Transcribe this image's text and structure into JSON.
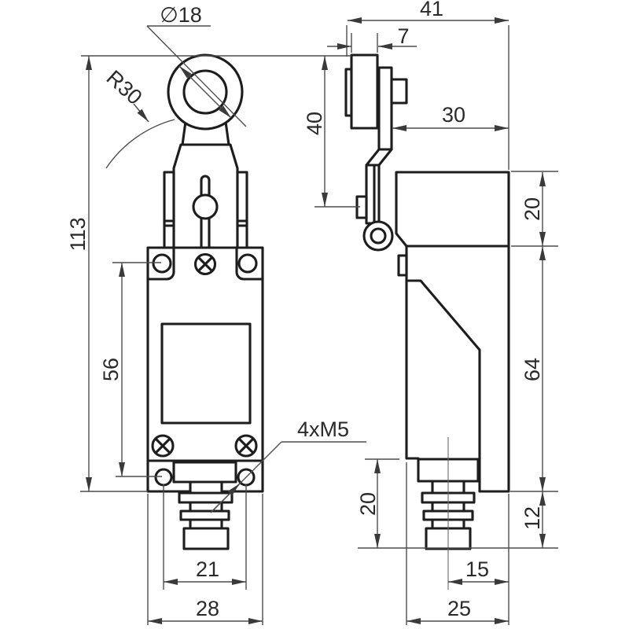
{
  "dims": {
    "roller_diameter": "∅18",
    "lever_radius": "R30",
    "total_height": "113",
    "mount_hole_span": "56",
    "bottom_hole_spacing": "21",
    "body_width": "28",
    "thread_note": "4xM5",
    "side_overall_width": "41",
    "roller_thickness": "7",
    "roller_to_clamp": "40",
    "lever_to_body_back": "30",
    "head_height": "20",
    "body_height": "64",
    "gland_height": "20",
    "base_step_height": "12",
    "gland_center_offset": "15",
    "body_depth": "25"
  },
  "colors": {
    "background": "#ffffff",
    "outline": "#1d1d1d",
    "dimension_lines": "#4d4d4d",
    "text": "#2a2a2a"
  }
}
